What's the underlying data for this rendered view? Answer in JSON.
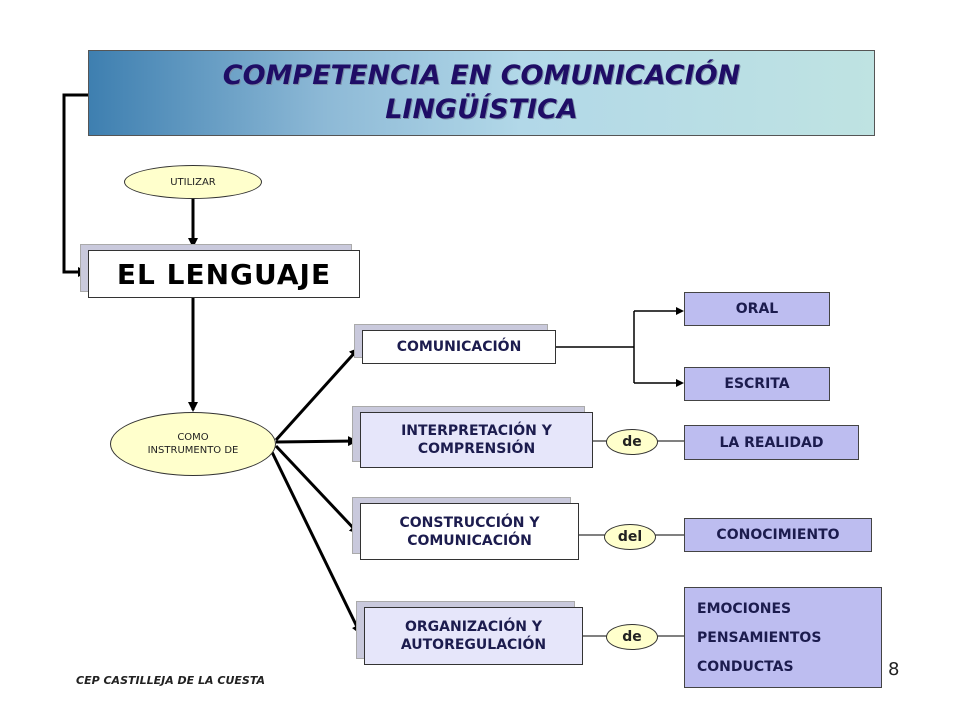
{
  "title": {
    "line1": "COMPETENCIA EN COMUNICACIÓN",
    "line2": "LINGÜÍSTICA"
  },
  "nodes": {
    "utilizar": "UTILIZAR",
    "lenguaje": "EL LENGUAJE",
    "como_line1": "COMO",
    "como_line2": "INSTRUMENTO  DE"
  },
  "functions": [
    {
      "line1": "COMUNICACIÓN",
      "line2": ""
    },
    {
      "line1": "INTERPRETACIÓN Y",
      "line2": "COMPRENSIÓN"
    },
    {
      "line1": "CONSTRUCCIÓN Y",
      "line2": "COMUNICACIÓN"
    },
    {
      "line1": "ORGANIZACIÓN Y",
      "line2": "AUTOREGULACIÓN"
    }
  ],
  "connectors": {
    "de1": "de",
    "del": "del",
    "de2": "de"
  },
  "results": {
    "oral": "ORAL",
    "escrita": "ESCRITA",
    "realidad": "LA REALIDAD",
    "conocimiento": "CONOCIMIENTO",
    "emociones": [
      "EMOCIONES",
      "PENSAMIENTOS",
      "CONDUCTAS"
    ]
  },
  "footer": "CEP CASTILLEJA DE LA CUESTA",
  "page_number": "8",
  "colors": {
    "title_text": "#1f0d66",
    "ellipse_fill": "#ffffcc",
    "function_fill": "#e6e6fa",
    "result_fill": "#bdbdf0"
  }
}
